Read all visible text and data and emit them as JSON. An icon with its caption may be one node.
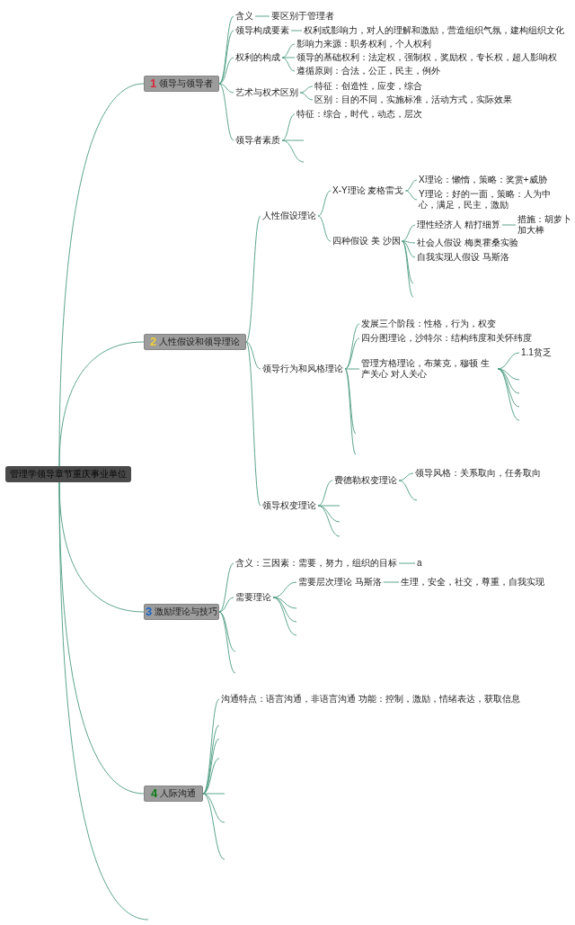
{
  "diagram": {
    "nodes": [
      {
        "text": [
          "管理学领导章节重庆事业单位"
        ]
      },
      {
        "text": [
          "1",
          "领导与领导者"
        ]
      },
      {
        "text": [
          "含义"
        ]
      },
      {
        "text": [
          "要区别于管理者"
        ]
      },
      {
        "text": [
          "领导构成要素"
        ]
      },
      {
        "text": [
          "权利或影响力，对人的理解和激励，营造组织气氛，建构组织文化"
        ]
      },
      {
        "text": [
          "权利的构成"
        ]
      },
      {
        "text": [
          "影响力来源：职务权利，个人权利"
        ]
      },
      {
        "text": [
          "领导的基础权利：法定权，强制权，奖励权，专长权，超人影响权"
        ]
      },
      {
        "text": [
          "遵循原则：合法，公正，民主，例外"
        ]
      },
      {
        "text": [
          "艺术与权术区别"
        ]
      },
      {
        "text": [
          "特征：创造性，应变，综合"
        ]
      },
      {
        "text": [
          "区别：目的不同，实施标准，活动方式，实际效果"
        ]
      },
      {
        "text": [
          "领导者素质"
        ]
      },
      {
        "text": [
          "特征：综合，时代，动态，层次"
        ]
      },
      {
        "text": [
          "2",
          "人性假设和领导理论"
        ]
      },
      {
        "text": [
          "人性假设理论"
        ]
      },
      {
        "text": [
          "X-Y理论 麦格雷戈"
        ]
      },
      {
        "text": [
          "X理论：懒惰，策略：奖赏+威胁"
        ]
      },
      {
        "text": [
          "Y理论：好的一面，策略：人为中心，满足，民主，激励"
        ]
      },
      {
        "text": [
          "四种假设 美 沙因"
        ]
      },
      {
        "text": [
          "理性经济人 精打细算"
        ]
      },
      {
        "text": [
          "措施：胡萝卜加大棒"
        ]
      },
      {
        "text": [
          "社会人假设 梅奥霍桑实验"
        ]
      },
      {
        "text": [
          "自我实现人假设 马斯洛"
        ]
      },
      {
        "text": [
          "领导行为和风格理论"
        ]
      },
      {
        "text": [
          "发展三个阶段：性格，行为，权变"
        ]
      },
      {
        "text": [
          "四分图理论，沙特尔：结构纬度和关怀纬度"
        ]
      },
      {
        "text": [
          "管理方格理论，布莱克，穆顿 生产关心 对人关心"
        ]
      },
      {
        "text": [
          "1.1贫乏"
        ]
      },
      {
        "text": [
          "领导权变理论"
        ]
      },
      {
        "text": [
          "费德勒权变理论"
        ]
      },
      {
        "text": [
          "领导风格：关系取向，任务取向"
        ]
      },
      {
        "text": [
          "3",
          "激励理论与技巧"
        ]
      },
      {
        "text": [
          "含义：三因素：需要，努力，组织的目标"
        ]
      },
      {
        "text": [
          "a"
        ]
      },
      {
        "text": [
          "需要理论"
        ]
      },
      {
        "text": [
          "需要层次理论 马斯洛"
        ]
      },
      {
        "text": [
          "生理，安全，社交，尊重，自我实现"
        ]
      },
      {
        "text": [
          "4",
          "人际沟通"
        ]
      },
      {
        "text": [
          "沟通特点：语言沟通，非语言沟通 功能：控制，激励，情绪表达，获取信息"
        ]
      }
    ],
    "edges": [
      {
        "from": 0,
        "to": 1,
        "arrow": "none"
      },
      {
        "from": 0,
        "to": 15,
        "arrow": "none"
      },
      {
        "from": 0,
        "to": 33,
        "arrow": "none"
      },
      {
        "from": 0,
        "to": 39,
        "arrow": "none"
      },
      {
        "from": 0,
        "to": null,
        "arrow": "none"
      },
      {
        "from": 1,
        "to": 2,
        "arrow": "none"
      },
      {
        "from": 1,
        "to": 4,
        "arrow": "none"
      },
      {
        "from": 1,
        "to": 6,
        "arrow": "none"
      },
      {
        "from": 1,
        "to": 10,
        "arrow": "none"
      },
      {
        "from": 1,
        "to": 13,
        "arrow": "none"
      },
      {
        "from": 2,
        "to": 3,
        "arrow": "none"
      },
      {
        "from": 4,
        "to": 5,
        "arrow": "none"
      },
      {
        "from": 6,
        "to": 7,
        "arrow": "none"
      },
      {
        "from": 6,
        "to": 8,
        "arrow": "none"
      },
      {
        "from": 6,
        "to": 9,
        "arrow": "none"
      },
      {
        "from": 10,
        "to": 11,
        "arrow": "none"
      },
      {
        "from": 10,
        "to": 12,
        "arrow": "none"
      },
      {
        "from": 13,
        "to": 14,
        "arrow": "none"
      },
      {
        "from": 13,
        "to": null,
        "arrow": "none"
      },
      {
        "from": 13,
        "to": null,
        "arrow": "none"
      },
      {
        "from": 15,
        "to": 16,
        "arrow": "none"
      },
      {
        "from": 15,
        "to": 25,
        "arrow": "none"
      },
      {
        "from": 15,
        "to": 30,
        "arrow": "none"
      },
      {
        "from": 16,
        "to": 17,
        "arrow": "none"
      },
      {
        "from": 16,
        "to": 20,
        "arrow": "none"
      },
      {
        "from": 17,
        "to": 18,
        "arrow": "none"
      },
      {
        "from": 17,
        "to": 19,
        "arrow": "none"
      },
      {
        "from": 20,
        "to": 21,
        "arrow": "none"
      },
      {
        "from": 20,
        "to": 23,
        "arrow": "none"
      },
      {
        "from": 20,
        "to": 24,
        "arrow": "none"
      },
      {
        "from": 20,
        "to": null,
        "arrow": "none"
      },
      {
        "from": 20,
        "to": null,
        "arrow": "none"
      },
      {
        "from": 21,
        "to": 22,
        "arrow": "none"
      },
      {
        "from": 25,
        "to": 26,
        "arrow": "none"
      },
      {
        "from": 25,
        "to": 27,
        "arrow": "none"
      },
      {
        "from": 25,
        "to": 28,
        "arrow": "none"
      },
      {
        "from": 25,
        "to": null,
        "arrow": "none"
      },
      {
        "from": 25,
        "to": null,
        "arrow": "none"
      },
      {
        "from": 28,
        "to": 29,
        "arrow": "none"
      },
      {
        "from": 28,
        "to": null,
        "arrow": "none"
      },
      {
        "from": 28,
        "to": null,
        "arrow": "none"
      },
      {
        "from": 28,
        "to": null,
        "arrow": "none"
      },
      {
        "from": 28,
        "to": null,
        "arrow": "none"
      },
      {
        "from": 30,
        "to": 31,
        "arrow": "none"
      },
      {
        "from": 30,
        "to": null,
        "arrow": "none"
      },
      {
        "from": 30,
        "to": null,
        "arrow": "none"
      },
      {
        "from": 30,
        "to": null,
        "arrow": "none"
      },
      {
        "from": 31,
        "to": 32,
        "arrow": "none"
      },
      {
        "from": 31,
        "to": null,
        "arrow": "none"
      },
      {
        "from": 33,
        "to": 34,
        "arrow": "none"
      },
      {
        "from": 33,
        "to": 36,
        "arrow": "none"
      },
      {
        "from": 33,
        "to": null,
        "arrow": "none"
      },
      {
        "from": 33,
        "to": null,
        "arrow": "none"
      },
      {
        "from": 34,
        "to": 35,
        "arrow": "none"
      },
      {
        "from": 36,
        "to": 37,
        "arrow": "none"
      },
      {
        "from": 36,
        "to": null,
        "arrow": "none"
      },
      {
        "from": 36,
        "to": null,
        "arrow": "none"
      },
      {
        "from": 36,
        "to": null,
        "arrow": "none"
      },
      {
        "from": 37,
        "to": 38,
        "arrow": "none"
      },
      {
        "from": 39,
        "to": 40,
        "arrow": "none"
      },
      {
        "from": 39,
        "to": null,
        "arrow": "none"
      },
      {
        "from": 39,
        "to": null,
        "arrow": "none"
      },
      {
        "from": 39,
        "to": null,
        "arrow": "none"
      },
      {
        "from": 39,
        "to": null,
        "arrow": "none"
      },
      {
        "from": 39,
        "to": null,
        "arrow": "none"
      },
      {
        "from": 39,
        "to": null,
        "arrow": "none"
      }
    ]
  }
}
